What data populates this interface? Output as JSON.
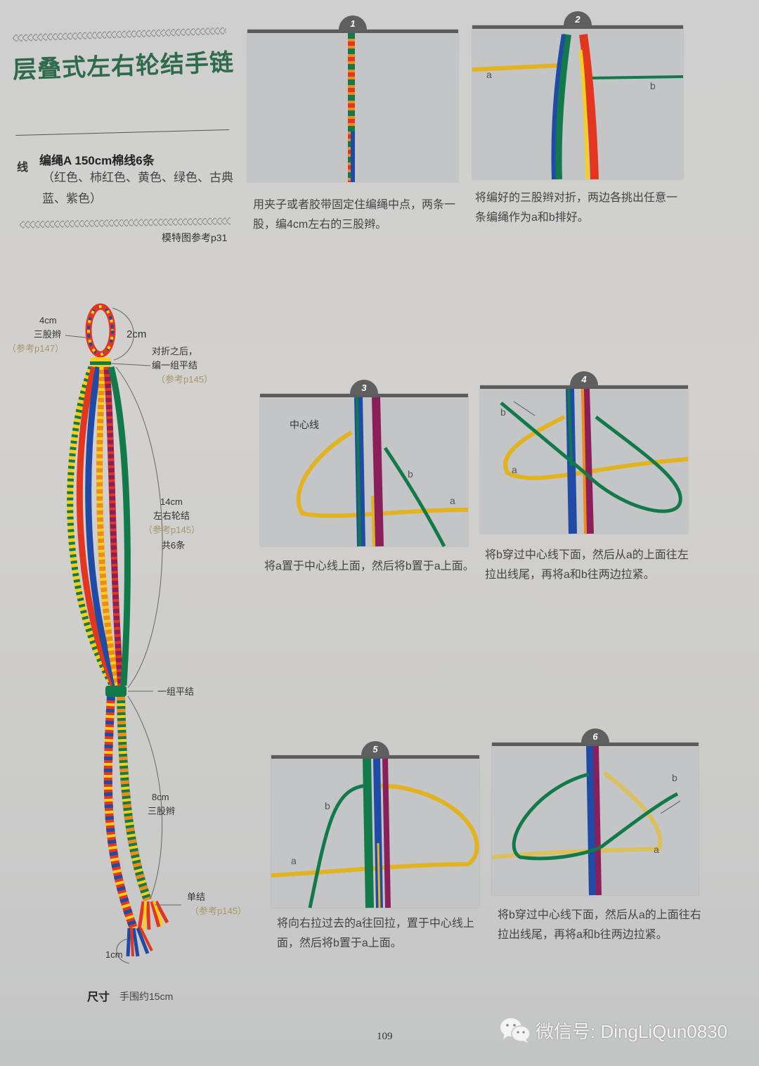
{
  "header": {
    "title": "层叠式左右轮结手链",
    "materials_label": "线",
    "materials_main": "编绳A 150cm棉线6条",
    "materials_colors": "（红色、柿红色、黄色、绿色、古典蓝、紫色）",
    "model_ref": "模特图参考p31"
  },
  "diagram": {
    "annotations": [
      {
        "text": "4cm"
      },
      {
        "text": "三股辫"
      },
      {
        "text": "（参考p147）"
      },
      {
        "text": "2cm"
      },
      {
        "text": "对折之后，"
      },
      {
        "text": "编一组平结"
      },
      {
        "text": "（参考p145）"
      },
      {
        "text": "14cm"
      },
      {
        "text": "左右轮结"
      },
      {
        "text": "（参考p145）"
      },
      {
        "text": "共6条"
      },
      {
        "text": "一组平结"
      },
      {
        "text": "8cm"
      },
      {
        "text": "三股辫"
      },
      {
        "text": "单结"
      },
      {
        "text": "（参考p145）"
      },
      {
        "text": "1cm"
      }
    ],
    "size_label": "尺寸",
    "size_value": "手围约15cm",
    "cord_colors": {
      "red": "#e2361f",
      "orange": "#f08a1a",
      "yellow": "#f4cf1f",
      "green": "#127a4a",
      "blue": "#1f4aa6",
      "purple": "#8a1f5a"
    }
  },
  "steps": [
    {
      "num": "1",
      "caption": "用夹子或者胶带固定住编绳中点，两条一股，编4cm左右的三股辫。",
      "labels": []
    },
    {
      "num": "2",
      "caption": "将编好的三股辫对折，两边各挑出任意一条编绳作为a和b排好。",
      "labels": [
        "a",
        "b"
      ]
    },
    {
      "num": "3",
      "caption": "将a置于中心线上面，然后将b置于a上面。",
      "labels": [
        "中心线",
        "b",
        "a"
      ]
    },
    {
      "num": "4",
      "caption": "将b穿过中心线下面，然后从a的上面往左拉出线尾，再将a和b往两边拉紧。",
      "labels": [
        "b",
        "a"
      ]
    },
    {
      "num": "5",
      "caption": "将向右拉过去的a往回拉，置于中心线上面，然后将b置于a上面。",
      "labels": [
        "b",
        "a"
      ]
    },
    {
      "num": "6",
      "caption": "将b穿过中心线下面，然后从a的上面往右拉出线尾，再将a和b往两边拉紧。",
      "labels": [
        "b",
        "a"
      ]
    }
  ],
  "footer": {
    "page_number": "109",
    "watermark": "微信号: DingLiQun0830",
    "watermark_icon": "wechat-icon"
  },
  "colors": {
    "title_green": "#2f6a4b",
    "photo_bg": "#c3c5c6",
    "badge": "#5f5f60",
    "ref_gold": "#a8966a"
  }
}
